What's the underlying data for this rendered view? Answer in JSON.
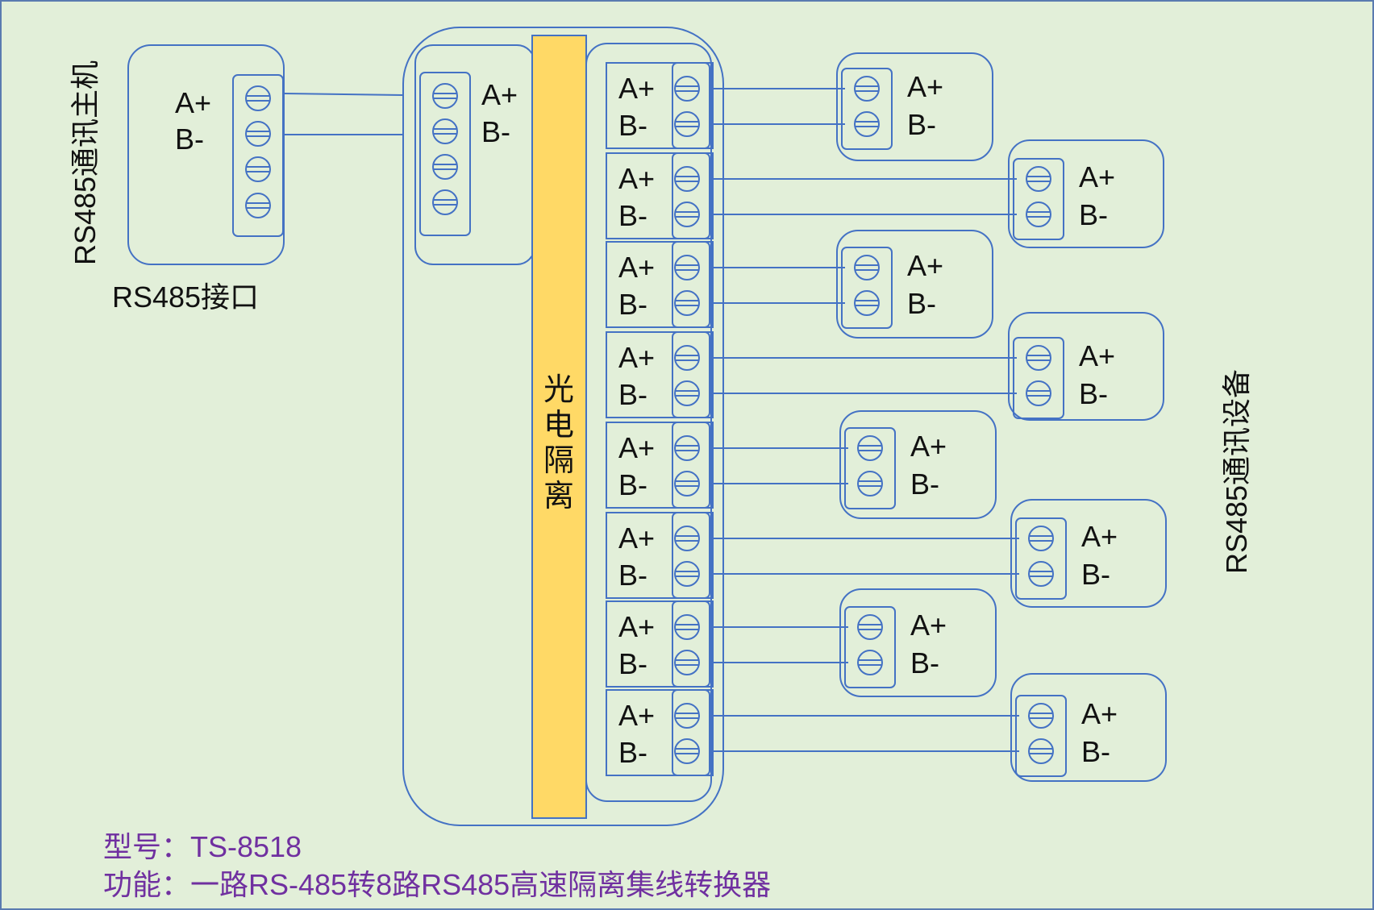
{
  "host": {
    "side_label": "RS485通讯主机",
    "interface_label": "RS485接口",
    "a_label": "A+",
    "b_label": "B-"
  },
  "converter": {
    "input_a_label": "A+",
    "input_b_label": "B-",
    "isolation_chars": [
      "光",
      "电",
      "隔",
      "离"
    ],
    "isolation_fill": "#ffd966",
    "output_a_label": "A+",
    "output_b_label": "B-"
  },
  "devices": {
    "side_label": "RS485通讯设备",
    "a_label": "A+",
    "b_label": "B-"
  },
  "footer": {
    "model_line": "型号：TS-8518",
    "function_line": "功能：一路RS-485转8路RS485高速隔离集线转换器"
  },
  "colors": {
    "background": "#e2efd9",
    "stroke": "#4472c4",
    "caption": "#7030a0"
  }
}
